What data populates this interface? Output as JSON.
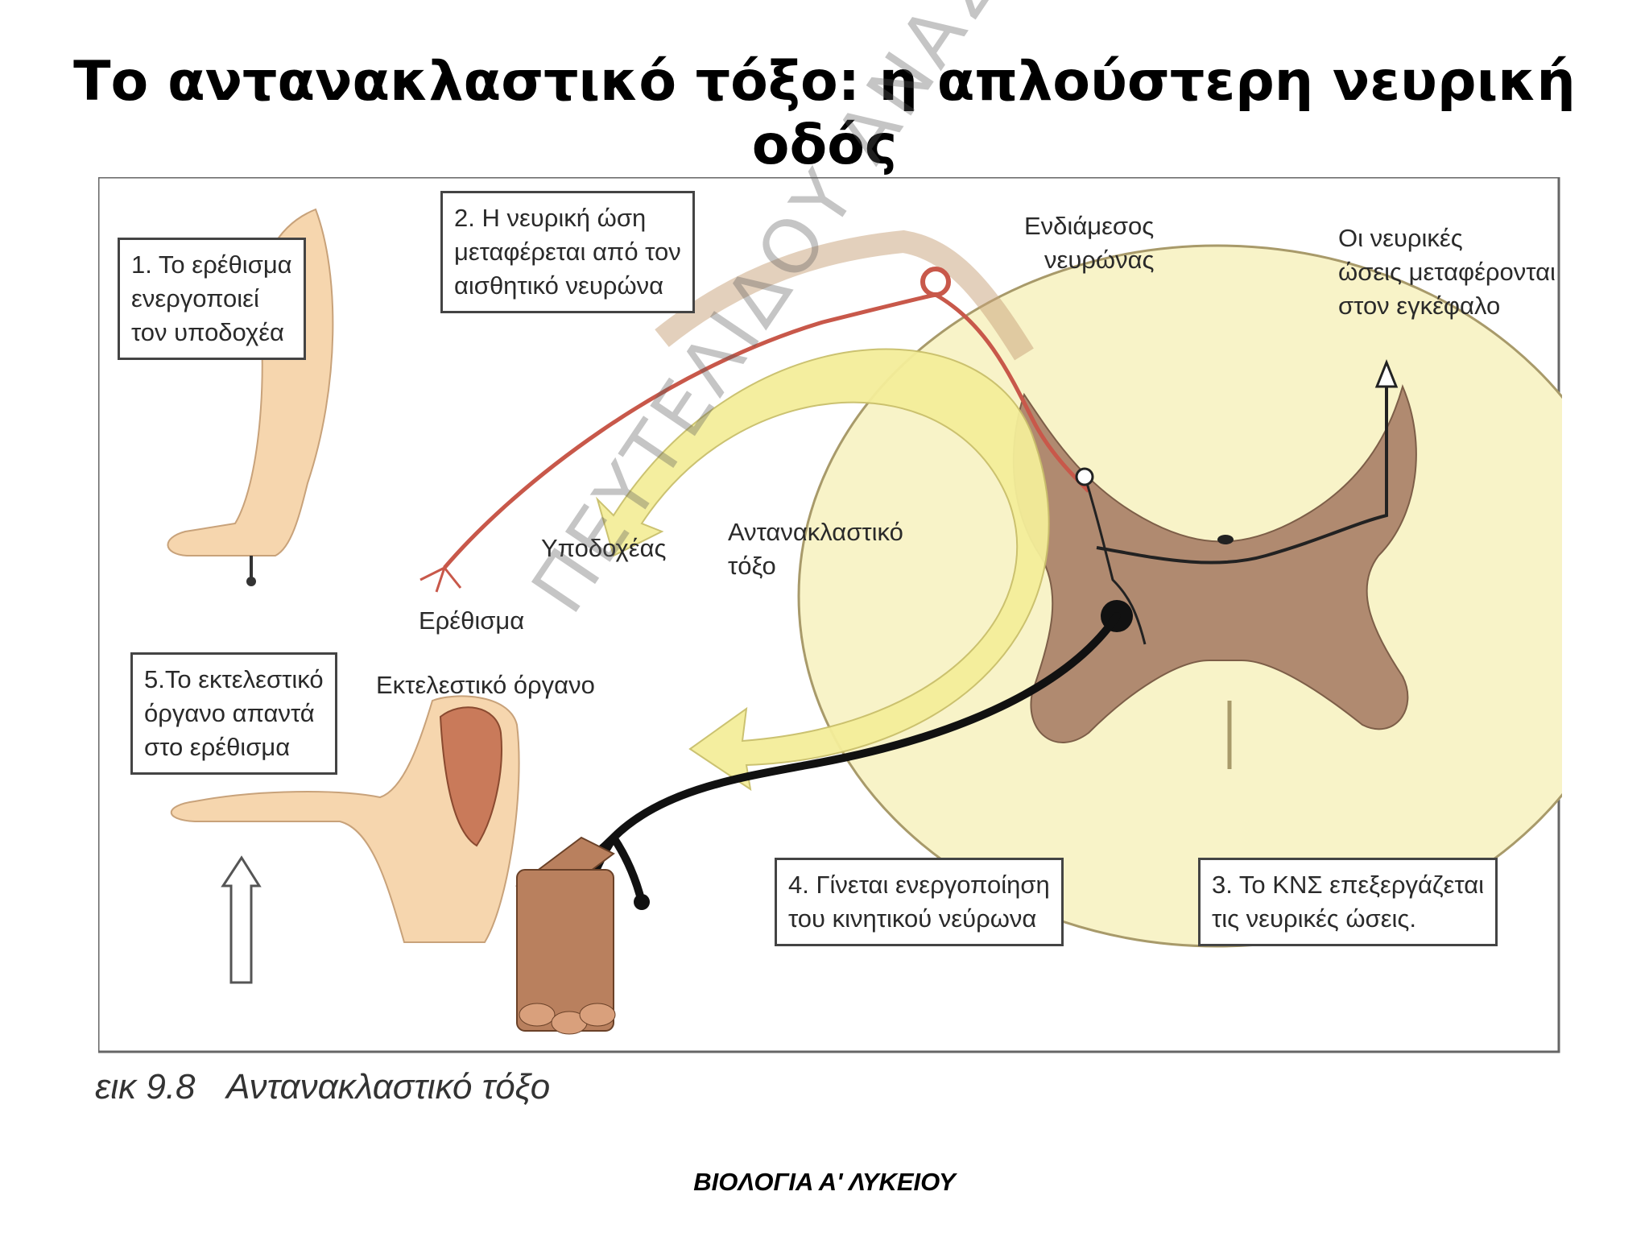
{
  "title": "Το αντανακλαστικό τόξο: η απλούστερη νευρική οδός",
  "boxes": {
    "step1": [
      "1. Το ερέθισμα",
      "ενεργοποιεί",
      "τον υποδοχέα"
    ],
    "step2": [
      "2. Η νευρική ώση",
      "μεταφέρεται από τον",
      "αισθητικό νευρώνα"
    ],
    "step3": [
      "3. Το ΚΝΣ επεξεργάζεται",
      "τις νευρικές ώσεις."
    ],
    "step4": [
      "4. Γίνεται ενεργοποίηση",
      "του κινητικού νεύρωνα"
    ],
    "step5": [
      "5.Το εκτελεστικό",
      "όργανο απαντά",
      "στο ερέθισμα"
    ]
  },
  "labels": {
    "interneuron": [
      "Ενδιάμεσος",
      "νευρώνας"
    ],
    "brain": [
      "Οι νευρικές",
      "ώσεις μεταφέρονται",
      "στον εγκέφαλο"
    ],
    "receptor": "Υποδοχέας",
    "reflex_arc": [
      "Αντανακλαστικό",
      "τόξο"
    ],
    "stimulus": "Ερέθισμα",
    "effector": "Εκτελεστικό όργανο"
  },
  "watermark": "ΠΕΥΤΕΛΙΔΟΥ ΑΝΑΣΤΑΣΙΑ",
  "caption": {
    "number": "εικ 9.8",
    "text": "Αντανακλαστικό τόξο"
  },
  "footer": "ΒΙΟΛΟΓΙΑ Α' ΛΥΚΕΙΟΥ",
  "colors": {
    "skin": "#f6d6ae",
    "cord": "#f8f3c8",
    "grey_matter": "#b08a70",
    "sensory": "#c8584a",
    "arc_arrow": "#f4ee9a",
    "motor": "#111111"
  }
}
